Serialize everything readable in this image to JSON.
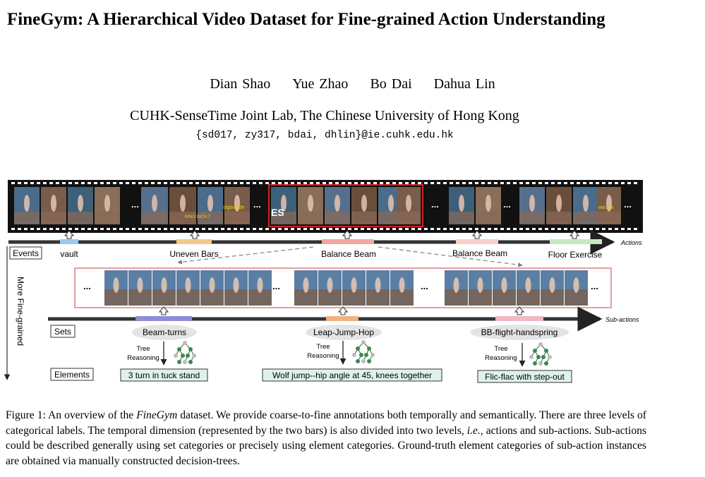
{
  "paper": {
    "title": "FineGym: A Hierarchical Video Dataset for Fine-grained Action Understanding",
    "authors": [
      "Dian Shao",
      "Yue Zhao",
      "Bo Dai",
      "Dahua Lin"
    ],
    "affiliation": "CUHK-SenseTime Joint Lab, The Chinese University of Hong Kong",
    "emails": "{sd017, zy317, bdai, dhlin}@ie.cuhk.edu.hk"
  },
  "figure": {
    "axis_label": "More Fine-grained",
    "actions_label": "Actions",
    "subactions_label": "Sub-actions",
    "levels": {
      "events": "Events",
      "sets": "Sets",
      "elements": "Elements"
    },
    "events": [
      {
        "label": "vault",
        "color": "#9cc9ea"
      },
      {
        "label": "Uneven Bars",
        "color": "#f3c98a"
      },
      {
        "label": "Balance Beam",
        "color": "#f1a7a0"
      },
      {
        "label": "Balance Beam",
        "color": "#f6cfcb"
      },
      {
        "label": "Floor Exercise",
        "color": "#c8e6c3"
      }
    ],
    "sets": [
      {
        "label": "Beam-turns",
        "bar_color": "#8e8ed6"
      },
      {
        "label": "Leap-Jump-Hop",
        "bar_color": "#f0b080"
      },
      {
        "label": "BB-flight-handspring",
        "bar_color": "#f2b8c0"
      }
    ],
    "tree_reasoning": [
      "Tree",
      "Reasoning"
    ],
    "elements": [
      "3 turn in tuck stand",
      "Wolf jump--hip angle at 45, knees together",
      "Flic-flac with step-out"
    ],
    "ellipsis": "...",
    "watermarks": [
      "RING DICH T",
      "stgbodide",
      "ES",
      "ww.sta"
    ]
  },
  "caption": {
    "prefix": "Figure 1: An overview of the ",
    "dataset_name": "FineGym",
    "part1": " dataset. We provide coarse-to-fine annotations both temporally and semantically. There are three levels of categorical labels. The temporal dimension (represented by the two bars) is also divided into two levels, ",
    "ie": "i.e.",
    "part2": ", actions and sub-actions. Sub-actions could be described generally using set categories or precisely using element categories. Ground-truth element categories of sub-action instances are obtained via manually constructed decision-trees."
  }
}
